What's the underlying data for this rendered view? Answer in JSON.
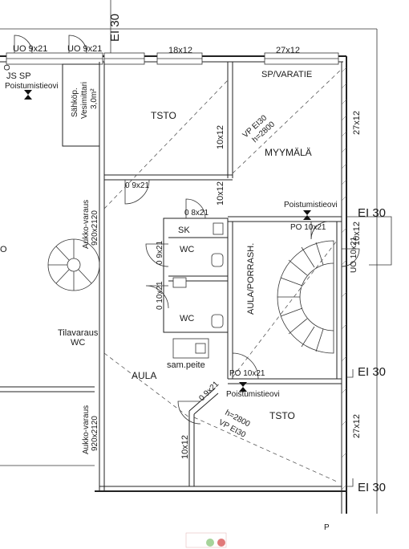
{
  "fire_classes": {
    "top": "EI 30",
    "right_upper": "EI 30",
    "right_middle": "EI 30",
    "right_lower": "EI 30"
  },
  "doors": {
    "top_left_1": "UO 9x21",
    "top_left_2": "UO 9x21",
    "tsto_top": "0 9x21",
    "sk": "0 8x21",
    "wc_upper": "0 9x21",
    "wc_lower": "0 10x21",
    "myymala_side": "PO 10x21",
    "right_side": "UO 10x21",
    "aula_porras": "PO 10x21",
    "lower": "0 9x21"
  },
  "windows": {
    "top_1": "18x12",
    "top_2": "27x12",
    "right_1": "27x12",
    "right_2": "10x12",
    "right_3": "27x12",
    "tsto_upper": "10x12",
    "corridor": "10x12",
    "lower_left": "10x12"
  },
  "rooms": {
    "tsto_upper": "TSTO",
    "sp_varatie": "SP/VARATIE",
    "myymala": "MYYMÄLÄ",
    "sk": "SK",
    "wc1": "WC",
    "wc2": "WC",
    "aula": "AULA",
    "aula_porras": "AULA/PORRASH.",
    "tsto_lower": "TSTO",
    "sam_peite": "sam.peite",
    "sahkokeskus_1": "Sähköp.",
    "sahkokeskus_2": "Vesimittari",
    "sahkokeskus_3": "3,0m²",
    "tilavaraus_1": "Tilavaraus",
    "tilavaraus_2": "WC",
    "js_sp": "JS SP"
  },
  "exits": {
    "top_left": "Poistumistieovi",
    "myymala": "Poistumistieovi",
    "lower": "Poistumistieovi"
  },
  "ventilation": {
    "upper_vp": "VP EI30",
    "upper_h": "h=2800",
    "lower_h": "h=2800",
    "lower_vp": "VP EI30"
  },
  "reservations": {
    "upper_1": "Aukko-varaus",
    "upper_2": "920x2120",
    "lower_1": "Aukko-varaus",
    "lower_2": "920x2120"
  },
  "misc": {
    "left_edge": "O",
    "right_edge": "P",
    "top_edge": "O"
  }
}
